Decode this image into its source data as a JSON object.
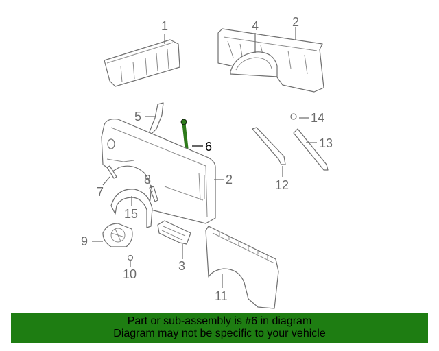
{
  "callouts": [
    {
      "id": "1",
      "label": "1"
    },
    {
      "id": "2a",
      "label": "2"
    },
    {
      "id": "4",
      "label": "4"
    },
    {
      "id": "5",
      "label": "5"
    },
    {
      "id": "6",
      "label": "6"
    },
    {
      "id": "14",
      "label": "14"
    },
    {
      "id": "13",
      "label": "13"
    },
    {
      "id": "2b",
      "label": "2"
    },
    {
      "id": "12",
      "label": "12"
    },
    {
      "id": "7",
      "label": "7"
    },
    {
      "id": "8",
      "label": "8"
    },
    {
      "id": "15",
      "label": "15"
    },
    {
      "id": "9",
      "label": "9"
    },
    {
      "id": "10",
      "label": "10"
    },
    {
      "id": "3",
      "label": "3"
    },
    {
      "id": "11",
      "label": "11"
    }
  ],
  "highlight_part": "6",
  "highlight_color": "#2d7a1a",
  "footer": {
    "line1": "Part or sub-assembly is #6 in diagram",
    "line2": "Diagram may not be specific to your vehicle",
    "background": "#1e7d12"
  }
}
